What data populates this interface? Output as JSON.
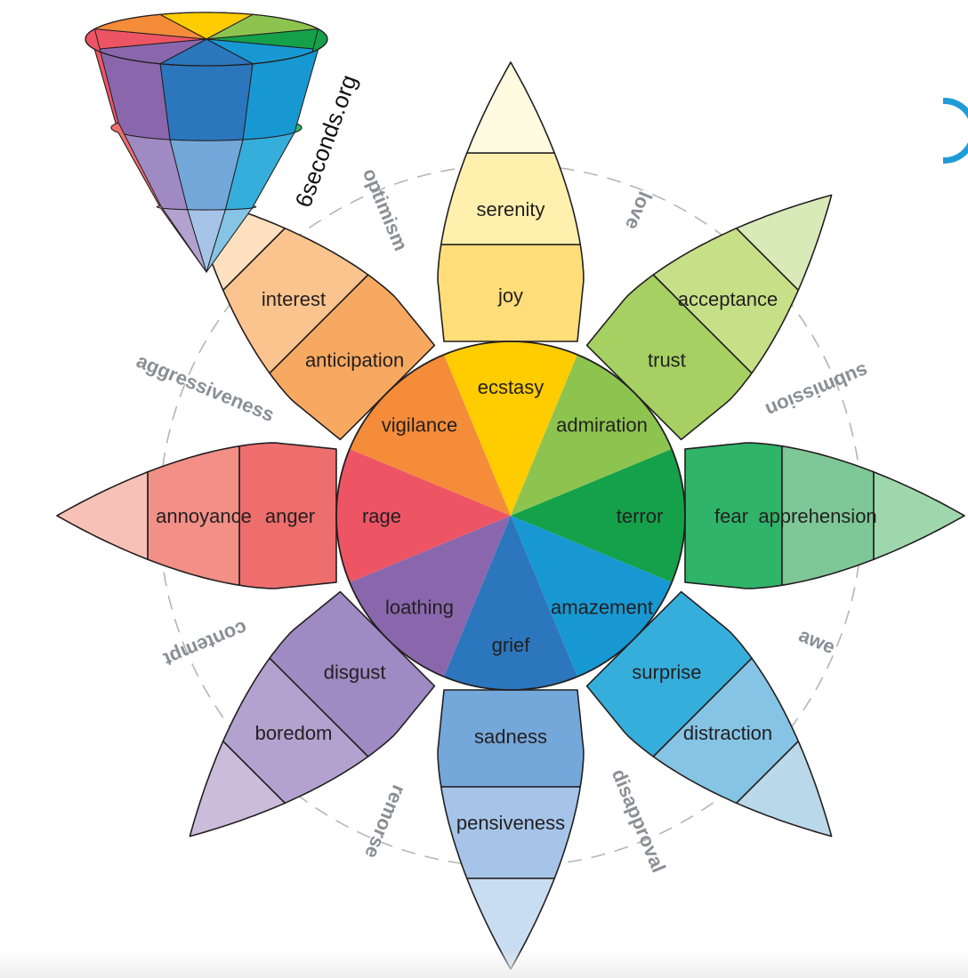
{
  "site": "6seconds.org",
  "petals": [
    {
      "key": "joy",
      "outer": "serenity",
      "middle": "joy",
      "inner": "ecstasy",
      "colors": [
        "#fffbe0",
        "#fff1ad",
        "#ffde7a",
        "#ffcc00"
      ]
    },
    {
      "key": "trust",
      "outer": "acceptance",
      "middle": "trust",
      "inner": "admiration",
      "colors": [
        "#d9eab9",
        "#c6e088",
        "#a6d162",
        "#8cc44f"
      ]
    },
    {
      "key": "fear",
      "outer": "apprehension",
      "middle": "fear",
      "inner": "terror",
      "colors": [
        "#9fd7ad",
        "#7ec796",
        "#2fb46a",
        "#14a14a"
      ]
    },
    {
      "key": "surprise",
      "outer": "distraction",
      "middle": "surprise",
      "inner": "amazement",
      "colors": [
        "#b9d8ea",
        "#85c4e4",
        "#36aedb",
        "#1898d2"
      ]
    },
    {
      "key": "sadness",
      "outer": "pensiveness",
      "middle": "sadness",
      "inner": "grief",
      "colors": [
        "#c9ddf2",
        "#a5c4e8",
        "#74a7da",
        "#2b76bc"
      ]
    },
    {
      "key": "disgust",
      "outer": "boredom",
      "middle": "disgust",
      "inner": "loathing",
      "colors": [
        "#cbbcdb",
        "#b3a2cf",
        "#9f8ac3",
        "#8a67ad"
      ]
    },
    {
      "key": "anger",
      "outer": "annoyance",
      "middle": "anger",
      "inner": "rage",
      "colors": [
        "#f8c1b8",
        "#f28f87",
        "#ee6e6e",
        "#ed5565"
      ]
    },
    {
      "key": "anticipation",
      "outer": "interest",
      "middle": "anticipation",
      "inner": "vigilance",
      "colors": [
        "#fce0bf",
        "#fbc48e",
        "#f8a961",
        "#f48c3a"
      ]
    }
  ],
  "dyads": [
    "love",
    "submission",
    "awe",
    "disapproval",
    "remorse",
    "contempt",
    "aggressiveness",
    "optimism"
  ],
  "colors": {
    "outline": "#231f20",
    "dyad_text": "#8a8f96",
    "dashed_ring": "#b5b5b5"
  }
}
